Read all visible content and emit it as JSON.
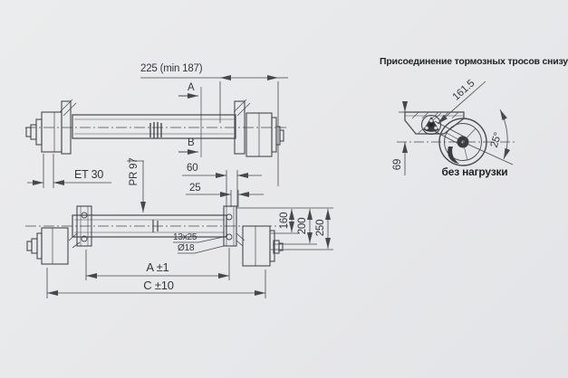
{
  "colors": {
    "background": "#e7e8ea",
    "line": "#47484d",
    "dimension_text": "#35363c",
    "heading_text": "#222327"
  },
  "views": {
    "top_view": {
      "span_to_wheel_face": "225 (min 187)",
      "section_marker_top": "A",
      "section_marker_bottom": "B",
      "wheel_offset": "ET 30",
      "profile": "PR 97"
    },
    "bottom_view": {
      "hole_pitch": "60",
      "hole_offset": "25",
      "slot_size": "13x25",
      "hole_diameter": "Ø18",
      "mounting_distance": "A ±1",
      "overall_length": "C ±10",
      "height_1": "160",
      "height_2": "200",
      "height_3": "250"
    },
    "detail_view": {
      "title": "Присоединение тормозных тросов снизу",
      "arm_length": "161.5",
      "swing_angle": "25°",
      "center_height": "69",
      "caption": "без нагрузки"
    }
  }
}
